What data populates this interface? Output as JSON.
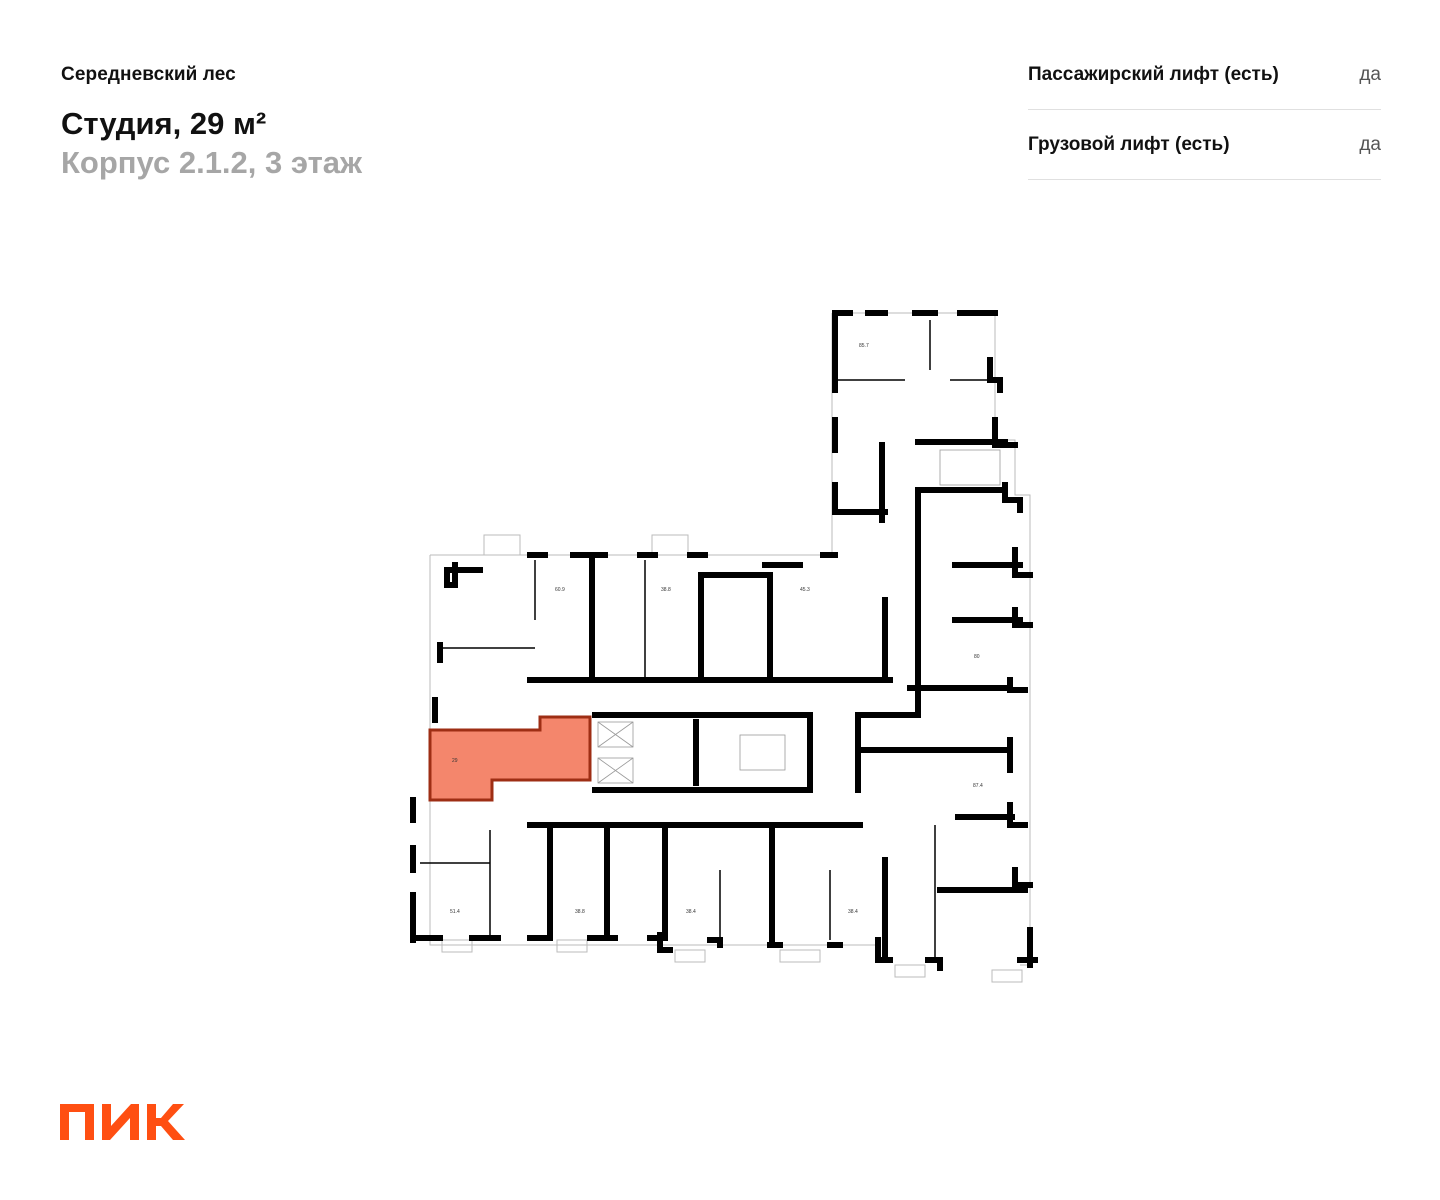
{
  "header": {
    "project": "Середневский лес",
    "title": "Студия, 29 м²",
    "subtitle": "Корпус 2.1.2, 3 этаж"
  },
  "specs": [
    {
      "label": "Пассажирский лифт (есть)",
      "value": "да"
    },
    {
      "label": "Грузовой лифт (есть)",
      "value": "да"
    }
  ],
  "plan": {
    "highlight_color": "#f4866c",
    "selected_area": "29",
    "areas": [
      "60.9",
      "38.8",
      "45.3",
      "85.7",
      "80",
      "87.4",
      "51.4",
      "38.8",
      "38.4",
      "38.4"
    ]
  },
  "logo": {
    "text": "ПИК",
    "color": "#ff4f12"
  }
}
